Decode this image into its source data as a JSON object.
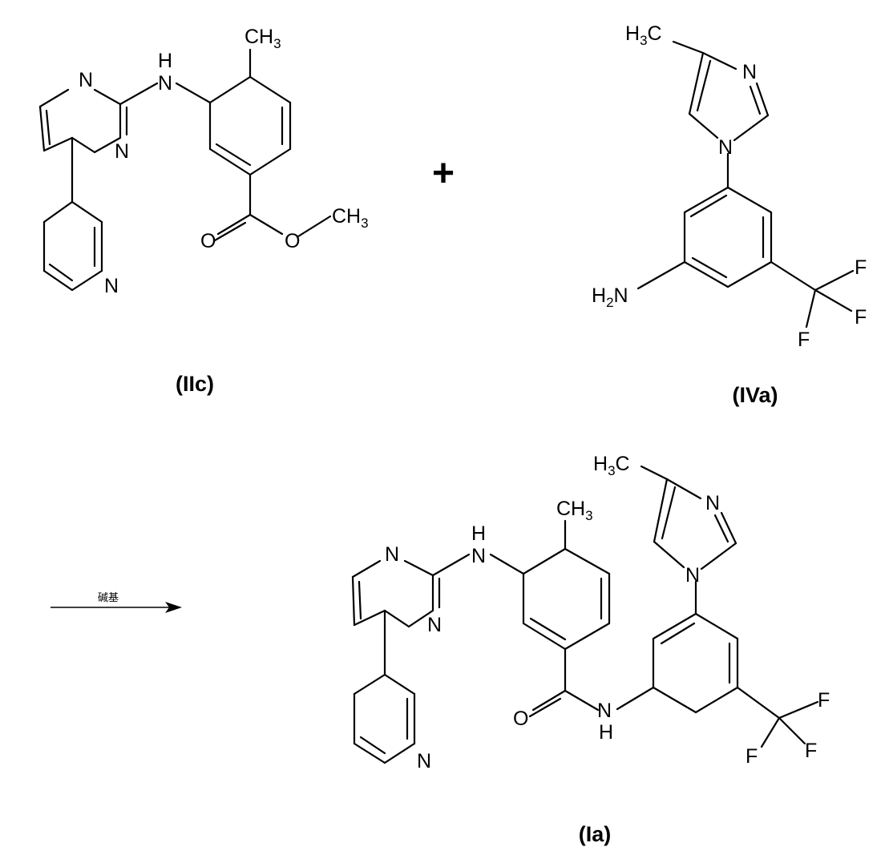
{
  "compounds": {
    "iic": {
      "label": "(IIc)"
    },
    "iva": {
      "label": "(IVa)"
    },
    "ia": {
      "label": "(Ia)"
    }
  },
  "operator": "+",
  "reaction": {
    "condition": "碱基"
  },
  "atoms": {
    "N": "N",
    "H": "H",
    "O": "O",
    "F": "F",
    "C": "C",
    "CH": "CH",
    "H2_sub": "2",
    "ch3_sub": "3",
    "H3C_H": "H",
    "H3C_sub": "3",
    "H3C_C": "C"
  }
}
